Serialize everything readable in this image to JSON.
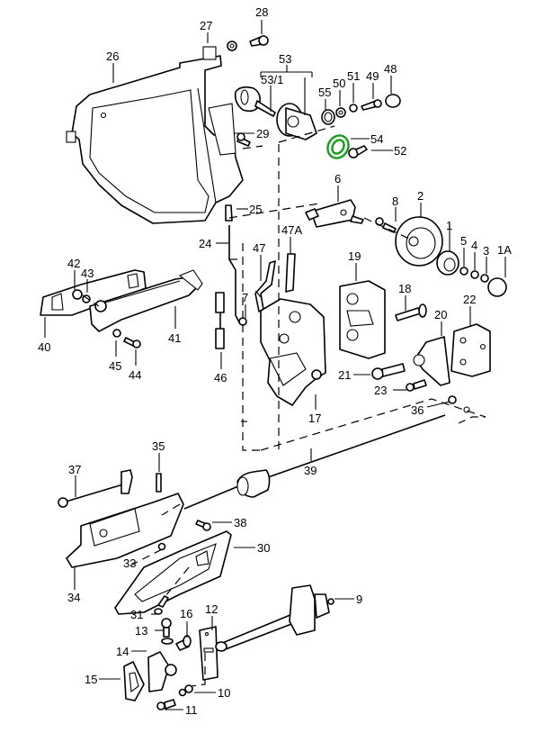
{
  "diagram": {
    "type": "exploded-parts-diagram",
    "subject": "door lock and handle assembly",
    "highlight_color": "#1a9a1a",
    "highlighted_part": "54",
    "labels": {
      "p1": "1",
      "p1a": "1A",
      "p2": "2",
      "p3": "3",
      "p4": "4",
      "p5": "5",
      "p6": "6",
      "p7": "7",
      "p8": "8",
      "p9": "9",
      "p10": "10",
      "p11": "11",
      "p12": "12",
      "p13": "13",
      "p14": "14",
      "p15": "15",
      "p16": "16",
      "p17": "17",
      "p18": "18",
      "p19": "19",
      "p20": "20",
      "p21": "21",
      "p22": "22",
      "p23": "23",
      "p24": "24",
      "p25": "25",
      "p26": "26",
      "p27": "27",
      "p28": "28",
      "p29": "29",
      "p30": "30",
      "p31": "31",
      "p33": "33",
      "p34": "34",
      "p35": "35",
      "p36": "36",
      "p37": "37",
      "p38": "38",
      "p39": "39",
      "p40": "40",
      "p41": "41",
      "p42": "42",
      "p43": "43",
      "p44": "44",
      "p45": "45",
      "p46": "46",
      "p47": "47",
      "p47a": "47A",
      "p48": "48",
      "p49": "49",
      "p50": "50",
      "p51": "51",
      "p52": "52",
      "p53": "53",
      "p53_1": "53/1",
      "p54": "54",
      "p55": "55"
    }
  }
}
